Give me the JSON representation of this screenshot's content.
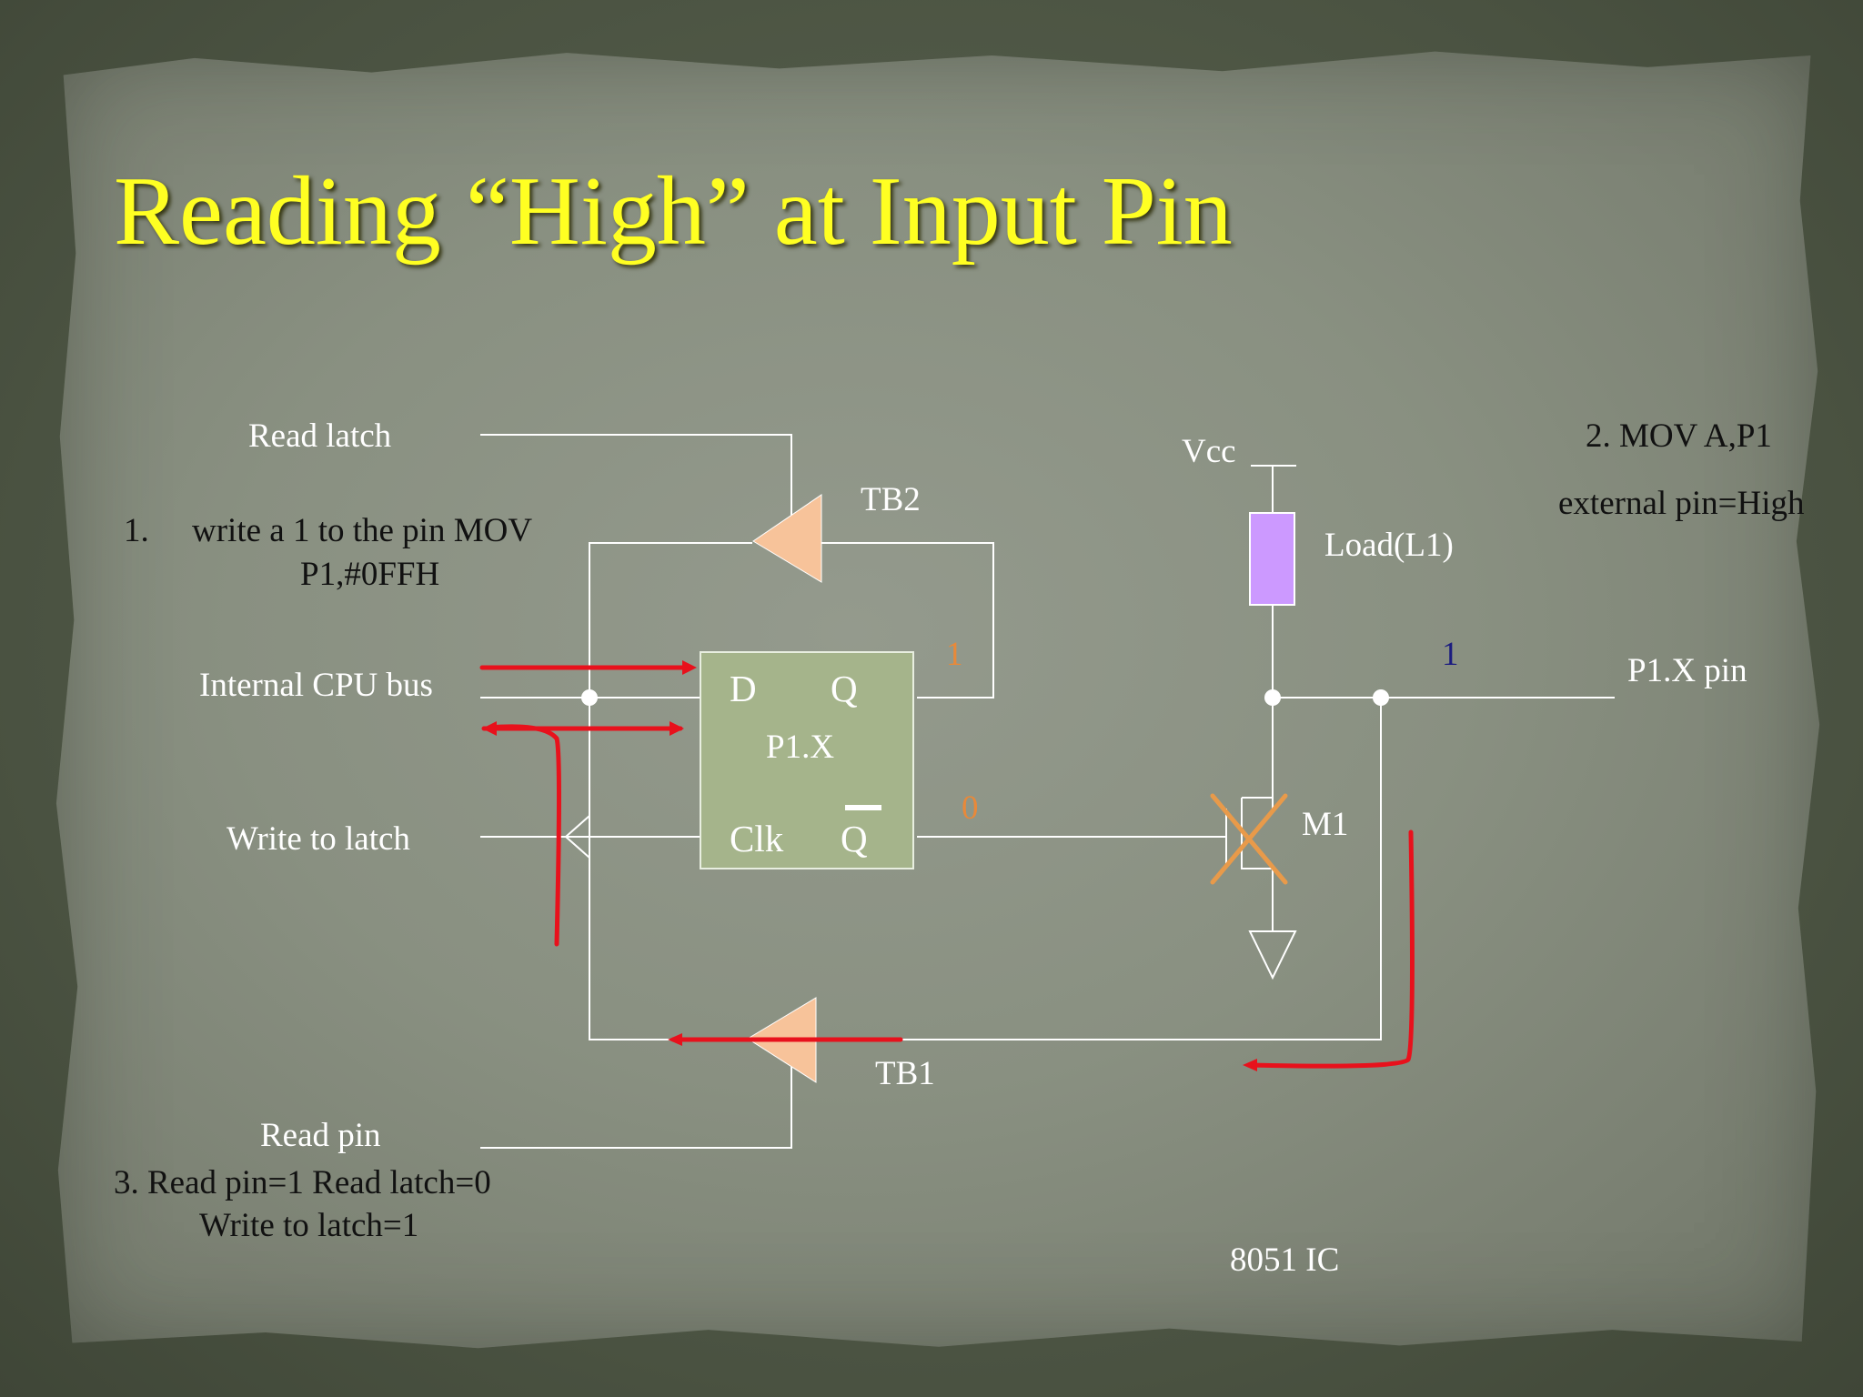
{
  "title": "Reading “High” at Input Pin",
  "labels": {
    "read_latch": "Read latch",
    "step1_line1": "1.",
    "step1_line1b": "write a 1 to the pin MOV",
    "step1_line2": "P1,#0FFH",
    "internal_cpu_bus": "Internal CPU bus",
    "write_to_latch": "Write to latch",
    "read_pin": "Read pin",
    "step3_line1": "3. Read pin=1 Read latch=0",
    "step3_line2": "Write to latch=1",
    "tb2": "TB2",
    "tb1": "TB1",
    "ff_d": "D",
    "ff_q": "Q",
    "ff_name": "P1.X",
    "ff_clk": "Clk",
    "ff_qbar": "Q",
    "q_value": "1",
    "qbar_value": "0",
    "vcc": "Vcc",
    "load": "Load(L1)",
    "m1": "M1",
    "pin_value": "1",
    "pin_label": "P1.X pin",
    "step2_line1": "2. MOV A,P1",
    "step2_line2": "external pin=High",
    "chip": "8051 IC"
  },
  "colors": {
    "title": "#ffff22",
    "wire": "#ffffff",
    "buffer_fill": "#f7c39a",
    "flipflop_fill": "#a5b48b",
    "load_fill": "#cc99ff",
    "annotation_red": "#e8111c",
    "cross_orange": "#e89a4a",
    "value_orange": "#e8893a",
    "value_navy": "#1c1c80"
  }
}
